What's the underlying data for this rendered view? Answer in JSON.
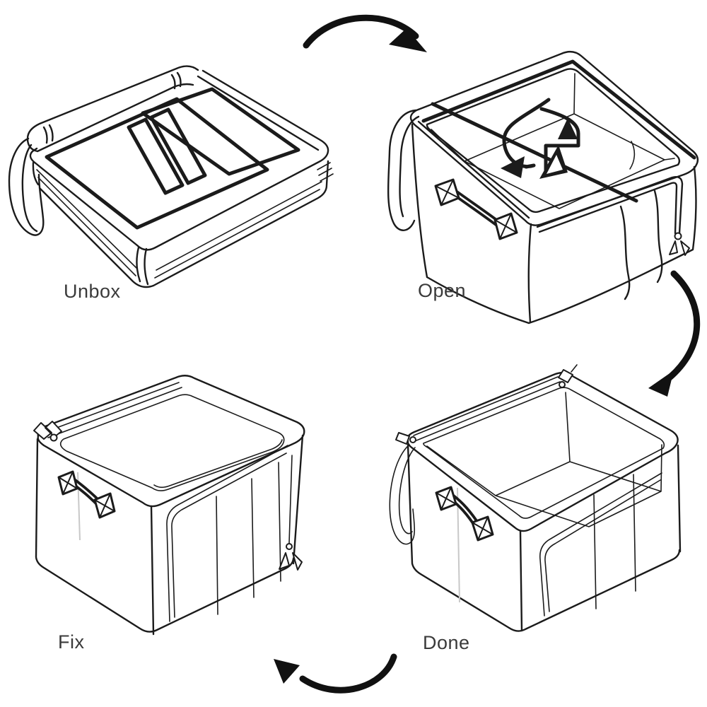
{
  "diagram": {
    "background_color": "#ffffff",
    "line_color": "#1b1b1b",
    "arrow_color": "#111111",
    "label_color": "#3a3a3a",
    "steps": [
      {
        "id": "unbox",
        "label": "Unbox",
        "illustration": "folded-flat-storage-box-icon"
      },
      {
        "id": "open",
        "label": "Open",
        "illustration": "box-opening-wire-frame-icon"
      },
      {
        "id": "fix",
        "label": "Fix",
        "illustration": "closed-zipped-box-icon"
      },
      {
        "id": "done",
        "label": "Done",
        "illustration": "open-top-finished-box-icon"
      }
    ],
    "arrows": [
      {
        "id": "unbox-to-open",
        "direction": "curve-right-down"
      },
      {
        "id": "open-to-done",
        "direction": "curve-down-left"
      },
      {
        "id": "done-to-fix",
        "direction": "curve-left-up"
      }
    ]
  }
}
